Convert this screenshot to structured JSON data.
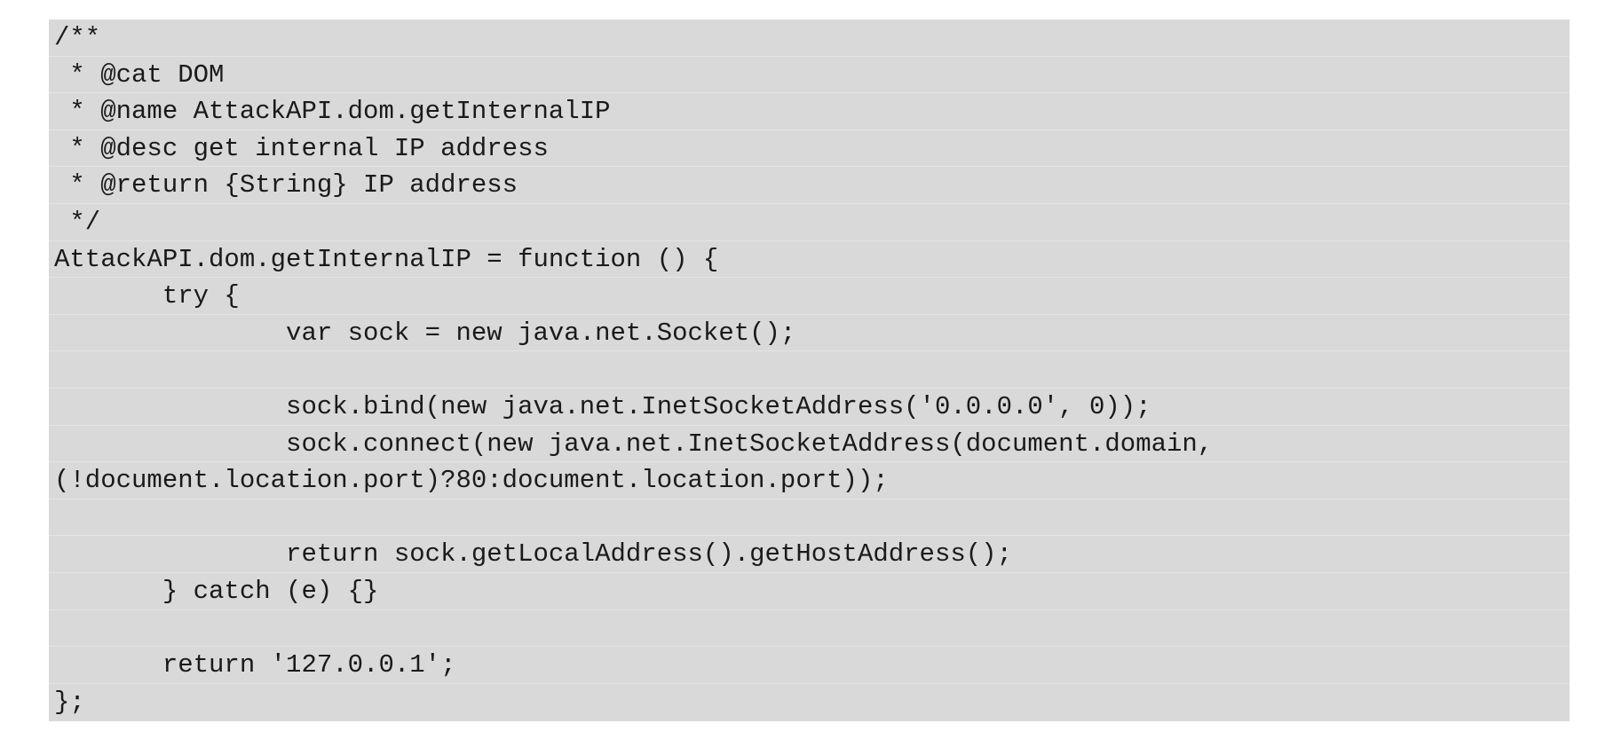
{
  "document": {
    "code_lines": [
      "/**",
      " * @cat DOM",
      " * @name AttackAPI.dom.getInternalIP",
      " * @desc get internal IP address",
      " * @return {String} IP address",
      " */",
      "AttackAPI.dom.getInternalIP = function () {",
      "       try {",
      "               var sock = new java.net.Socket();",
      "",
      "               sock.bind(new java.net.InetSocketAddress('0.0.0.0', 0));",
      "               sock.connect(new java.net.InetSocketAddress(document.domain,",
      "(!document.location.port)?80:document.location.port));",
      "",
      "               return sock.getLocalAddress().getHostAddress();",
      "       } catch (e) {}",
      "",
      "       return '127.0.0.1';",
      "};"
    ]
  }
}
